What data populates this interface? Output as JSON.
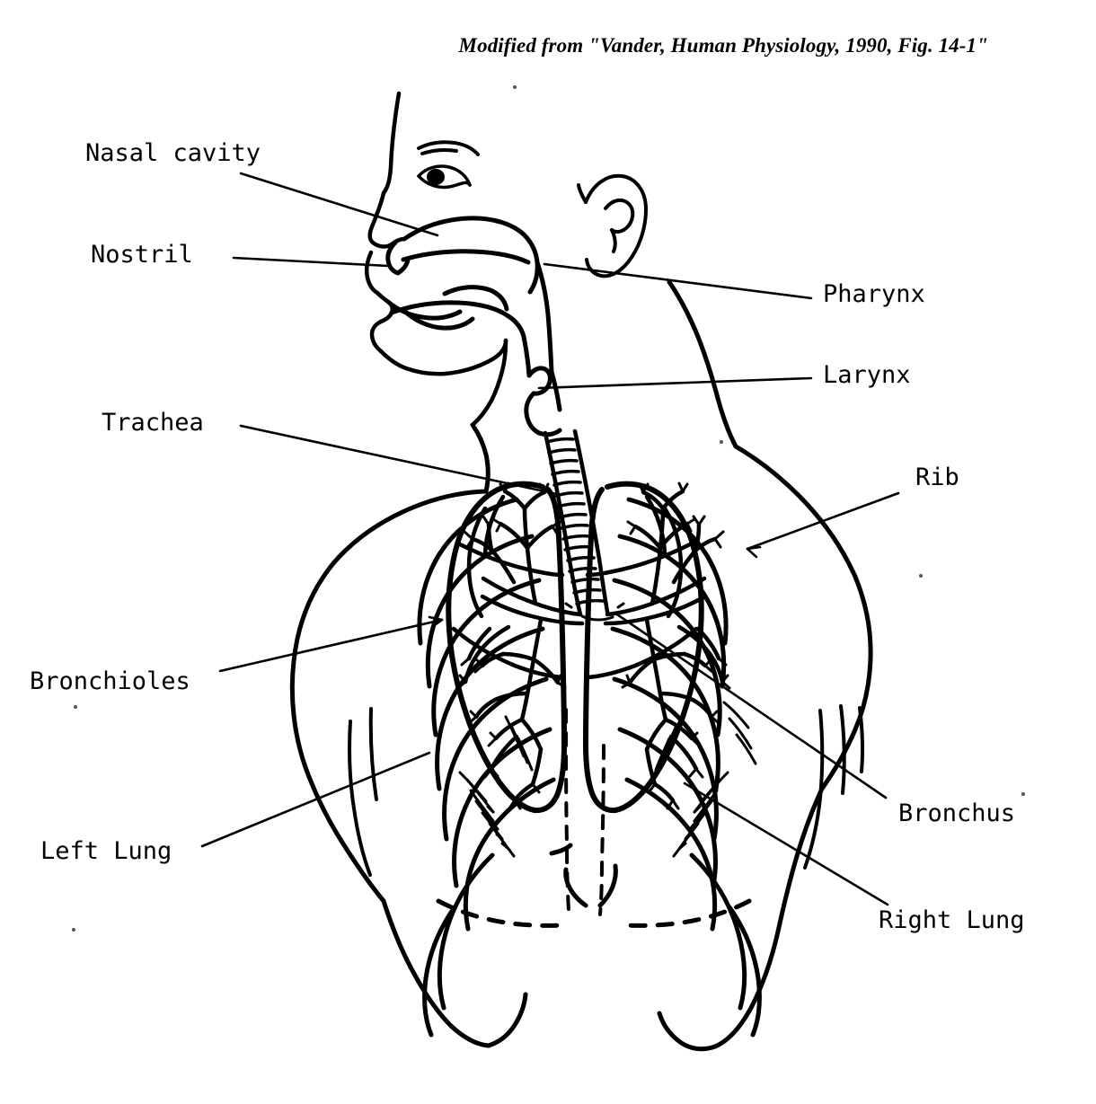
{
  "figure": {
    "credit": "Modified from \"Vander, Human Physiology, 1990, Fig. 14-1\"",
    "subject": "human-respiratory-system",
    "ink_color": "#000000",
    "background_color": "#ffffff"
  },
  "labels": {
    "nasal_cavity": "Nasal cavity",
    "nostril": "Nostril",
    "pharynx": "Pharynx",
    "larynx": "Larynx",
    "trachea": "Trachea",
    "rib": "Rib",
    "bronchioles": "Bronchioles",
    "bronchus": "Bronchus",
    "left_lung": "Left Lung",
    "right_lung": "Right Lung"
  }
}
